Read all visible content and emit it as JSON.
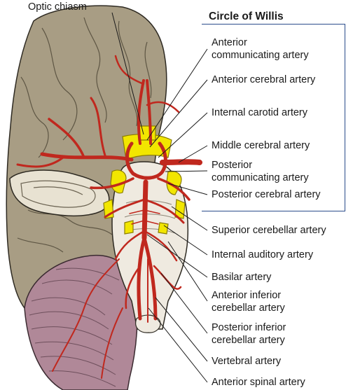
{
  "diagram": {
    "box_title": "Circle of Willis",
    "top_label": "Optic chiasm",
    "labels": {
      "acomm_1": "Anterior",
      "acomm_2": "communicating artery",
      "aca": "Anterior cerebral artery",
      "ica": "Internal carotid artery",
      "mca": "Middle cerebral artery",
      "pcomm_1": "Posterior",
      "pcomm_2": "communicating artery",
      "pca": "Posterior cerebral artery",
      "sca": "Superior cerebellar artery",
      "iaa": "Internal auditory artery",
      "basilar": "Basilar artery",
      "aica_1": "Anterior inferior",
      "aica_2": "cerebellar artery",
      "pica_1": "Posterior inferior",
      "pica_2": "cerebellar artery",
      "vert": "Vertebral artery",
      "asa": "Anterior spinal artery"
    },
    "colors": {
      "brain": "#a89d84",
      "artery": "#c0281e",
      "nerve": "#f2e600",
      "cerebellum": "#b08898",
      "brainstem": "#efeae0",
      "box_border": "#2b4d8c"
    }
  }
}
